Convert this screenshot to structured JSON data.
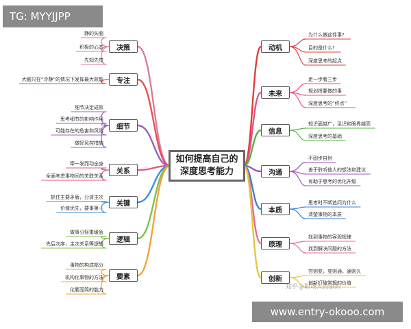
{
  "center": {
    "line1": "如何提高自己的",
    "line2": "深度思考能力"
  },
  "left_branches": [
    {
      "topic": "决策",
      "color": "#e07a9a",
      "items": [
        "静的头脑",
        "积极的心态",
        "先知先觉"
      ]
    },
    {
      "topic": "专注",
      "color": "#e85050",
      "items": [
        "大脑只在“冷静”的情况下发挥最大效能"
      ]
    },
    {
      "topic": "细节",
      "color": "#9b5fc0",
      "items": [
        "细节决定成败",
        "思考细节的影响作用",
        "可能存在的危害和风险",
        "做好风控措施"
      ]
    },
    {
      "topic": "关系",
      "color": "#e25a7e",
      "items": [
        "牵一发而动全身",
        "全面考虑事物间的关联关系"
      ]
    },
    {
      "topic": "关键",
      "color": "#3a8fd8",
      "items": [
        "抓住主要矛盾，分清主次",
        "价值优先，要事第一"
      ]
    },
    {
      "topic": "逻辑",
      "color": "#7cc04a",
      "items": [
        "做事分轻重缓急",
        "先后次序，主次关系等逻辑"
      ]
    },
    {
      "topic": "要素",
      "color": "#f0a23c",
      "items": [
        "事物的构成部分",
        "机构化事物的方法",
        "化繁而简的能力"
      ]
    }
  ],
  "right_branches": [
    {
      "topic": "动机",
      "color": "#e23c3c",
      "items": [
        "为什么做这件事?",
        "目的是什么?",
        "深度思考的起点"
      ]
    },
    {
      "topic": "未来",
      "color": "#e85080",
      "items": [
        "走一步看三步",
        "规划将要做的事",
        "深度思考的“终点”"
      ]
    },
    {
      "topic": "信息",
      "color": "#5ab04a",
      "items": [
        "知识面越广，见识和眼界越高",
        "深度思考的基础"
      ]
    },
    {
      "topic": "沟通",
      "color": "#a050c0",
      "items": [
        "不固步自封",
        "善于聆听他人的想法和建议",
        "有助于思考的优化升级"
      ]
    },
    {
      "topic": "本质",
      "color": "#3a7fd0",
      "items": [
        "思考时不断追问为什么",
        "清楚事物的本质"
      ]
    },
    {
      "topic": "原理",
      "color": "#e56a9a",
      "items": [
        "找到事物的客观规律",
        "找到解决问题的方法"
      ]
    },
    {
      "topic": "创新",
      "color": "#e8c43a",
      "items": [
        "穷则变，变则通，通则久",
        "创新打破常规的价值"
      ]
    }
  ],
  "tg_label": "TG: MYYJJPP",
  "watermark": "知乎@职场人的进阶",
  "url_label": "www.entry-okooo.com"
}
